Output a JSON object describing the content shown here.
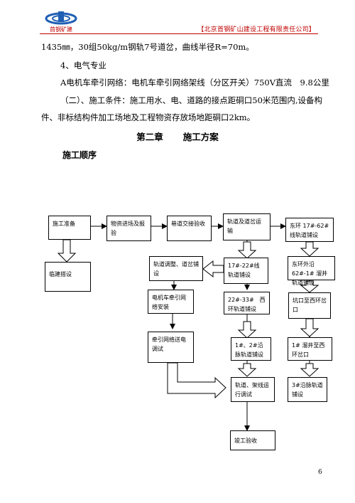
{
  "header": {
    "logo_text": "首钢矿建",
    "company": "【北京首钢矿山建设工程有限责任公司】"
  },
  "paragraphs": [
    "1435㎜，30组50kg/m钢轨7号道岔，曲线半径R=70m。",
    "4、电气专业",
    "A电机车牵引网络：电机车牵引网络架线（分区开关）750V直流　9.8公里",
    "（二）、施工条件：施工用水、电、道路的接点距硐口50米范围内,设备构",
    "件、非标结构件加工场地及工程物资存放场地距硐口2km。"
  ],
  "chapter": {
    "number": "第二章",
    "title": "施工方案"
  },
  "subheading": "施工顺序",
  "flow": {
    "prep": "施工准备",
    "temp": "临建搭设",
    "material": "物资进场及报验",
    "handover": "巷道交接验收",
    "transport": "轨道及道岔运输",
    "ring_east": "东环 17#-62# 线轨道铺设",
    "line17": "17#-22#线轨道铺设",
    "adjust": "轨道调整、道岔铺设",
    "ring_outer": "东环外沿 62#-1# 溜井轨道铺设",
    "motor": "电机车牵引网络安装",
    "line22": "22#-33#　西环轨道铺设",
    "pithead": "坑口至西环岔口",
    "traction": "牵引网络送电调试",
    "vein12": "1#、2#沿脉轨道铺设",
    "chute": "1# 溜井至西环岔口",
    "trial": "轨道、架线运行调试",
    "vein3": "3#沿脉轨道铺设",
    "acceptance": "竣工验收"
  },
  "page_number": "6"
}
